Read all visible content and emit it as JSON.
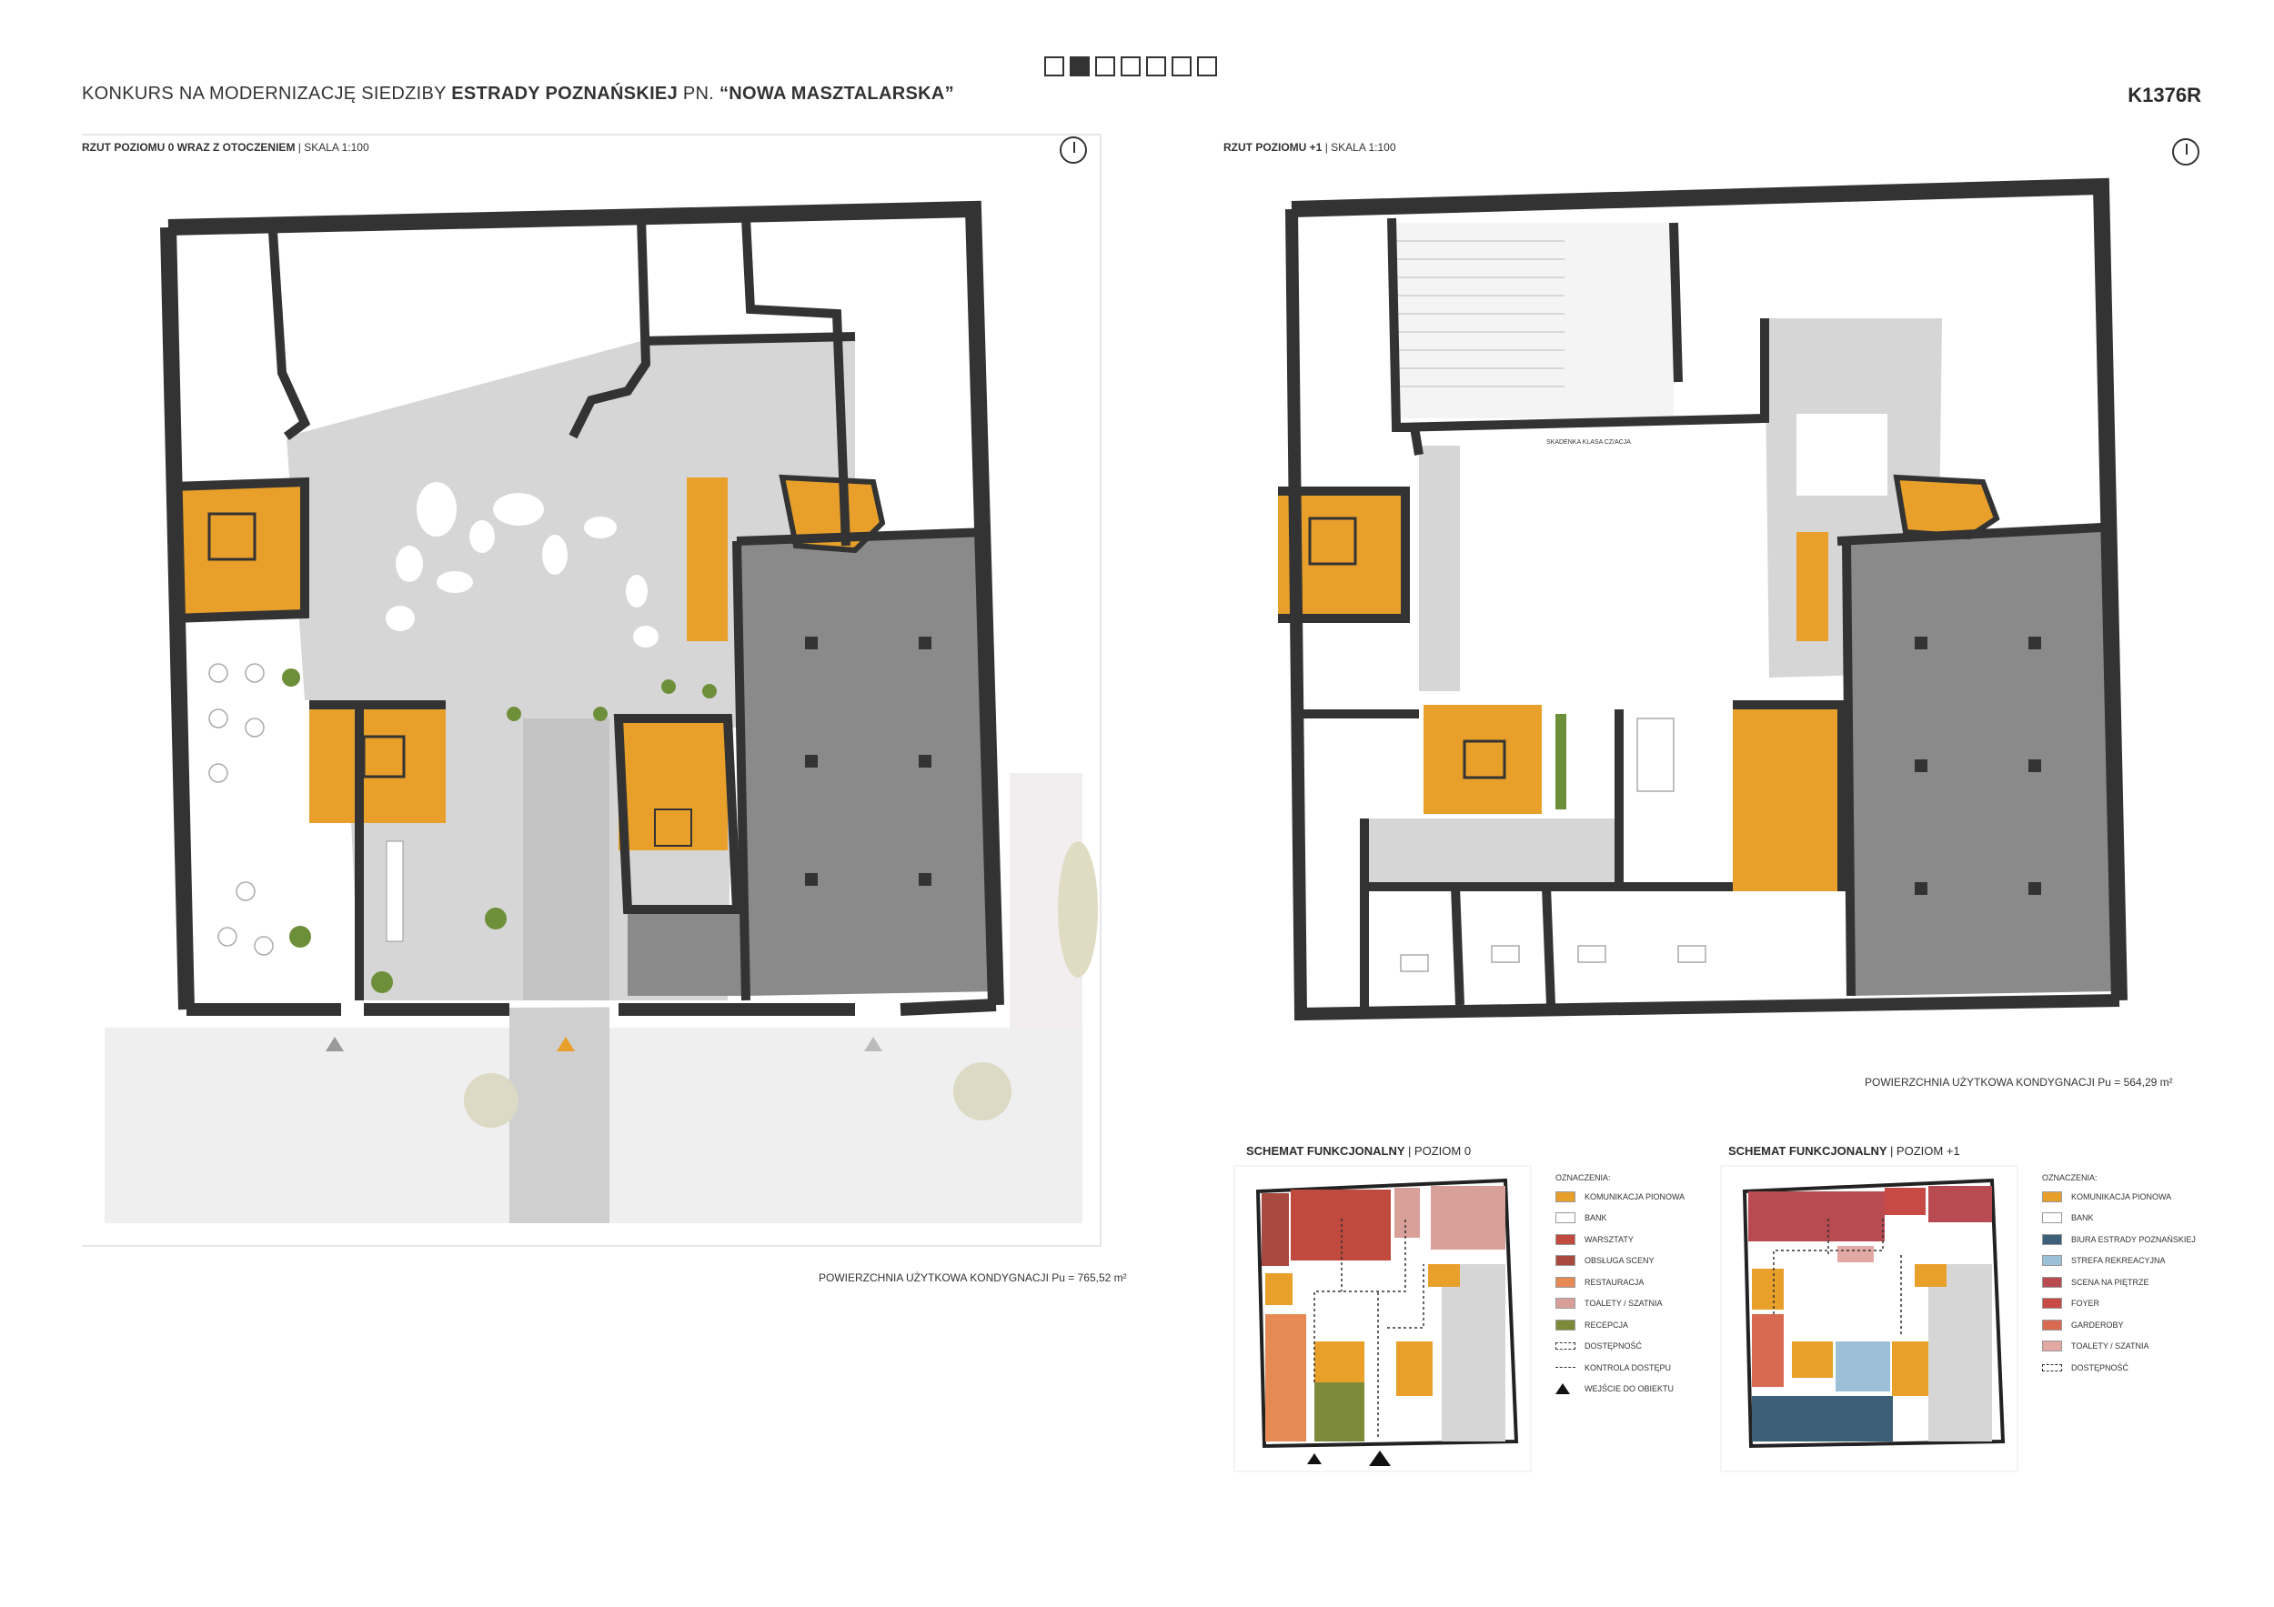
{
  "header": {
    "title_prefix": "KONKURS NA MODERNIZACJĘ SIEDZIBY",
    "title_bold": "ESTRADY POZNAŃSKIEJ",
    "title_mid": "PN.",
    "title_quote": "“NOWA MASZTALARSKA”",
    "code": "K1376R",
    "pages_total": 7,
    "page_current": 2
  },
  "plan_left": {
    "label": "RZUT POZIOMU 0 WRAZ Z OTOCZENIEM",
    "scale": "| SKALA 1:100",
    "area": "POWIERZCHNIA UŻYTKOWA KONDYGNACJI Pu = 765,52 m²"
  },
  "plan_right": {
    "label": "RZUT POZIOMU +1",
    "scale": "| SKALA 1:100",
    "area": "POWIERZCHNIA UŻYTKOWA KONDYGNACJI Pu = 564,29 m²",
    "corridor_label": "SKADENKA KLASA CZ/ACJA"
  },
  "schema_0": {
    "title": "SCHEMAT FUNKCJONALNY",
    "level": "| POZIOM 0",
    "legend_heading": "OZNACZENIA:",
    "legend": [
      {
        "label": "KOMUNIKACJA PIONOWA",
        "color": "#e8a02a"
      },
      {
        "label": "BANK",
        "color": "#ffffff"
      },
      {
        "label": "WARSZTATY",
        "color": "#c04a3e"
      },
      {
        "label": "OBSŁUGA SCENY",
        "color": "#a84a40"
      },
      {
        "label": "RESTAURACJA",
        "color": "#e58a55"
      },
      {
        "label": "TOALETY / SZATNIA",
        "color": "#d9a09a"
      },
      {
        "label": "RECEPCJA",
        "color": "#7d8a3a"
      },
      {
        "label": "DOSTĘPNOŚĆ",
        "color": "dotted"
      },
      {
        "label": "KONTROLA DOSTĘPU",
        "color": "control"
      },
      {
        "label": "WEJŚCIE DO OBIEKTU",
        "color": "entry"
      }
    ]
  },
  "schema_1": {
    "title": "SCHEMAT FUNKCJONALNY",
    "level": "| POZIOM +1",
    "legend_heading": "OZNACZENIA:",
    "legend": [
      {
        "label": "KOMUNIKACJA PIONOWA",
        "color": "#e8a02a"
      },
      {
        "label": "BANK",
        "color": "#ffffff"
      },
      {
        "label": "BIURA ESTRADY POZNAŃSKIEJ",
        "color": "#3d5f78"
      },
      {
        "label": "STREFA REKREACYJNA",
        "color": "#9cc0d8"
      },
      {
        "label": "SCENA NA PIĘTRZE",
        "color": "#b84a52"
      },
      {
        "label": "FOYER",
        "color": "#c74a45"
      },
      {
        "label": "GARDEROBY",
        "color": "#d86a52"
      },
      {
        "label": "TOALETY / SZATNIA",
        "color": "#e2a8a4"
      },
      {
        "label": "DOSTĘPNOŚĆ",
        "color": "dotted"
      }
    ]
  },
  "colors": {
    "wall": "#333333",
    "circulation": "#e8a02a",
    "hall": "#d8d8d8",
    "bank": "#8a8a8a",
    "greenery": "#6e8f3a"
  }
}
